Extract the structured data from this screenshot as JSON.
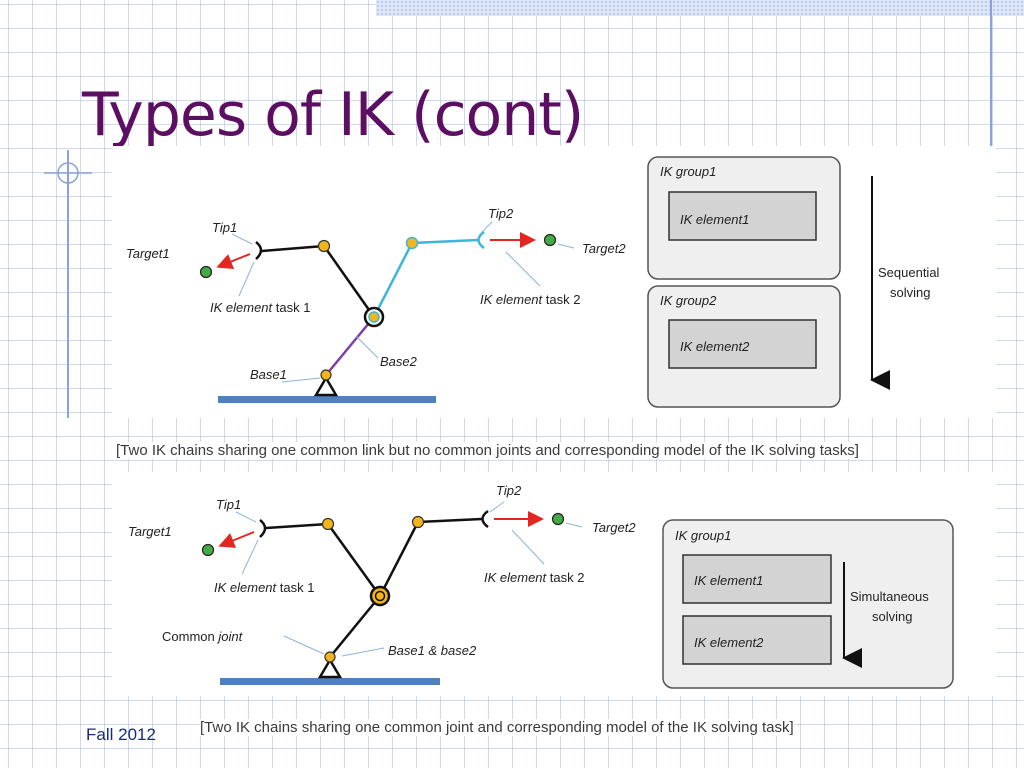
{
  "slide": {
    "title": "Types of IK (cont)",
    "footer": "Fall 2012"
  },
  "figure1": {
    "labels": {
      "tip1": "Tip1",
      "target1": "Target1",
      "task1_italic": "IK element",
      "task1_rest": " task 1",
      "tip2": "Tip2",
      "target2": "Target2",
      "task2_italic": "IK element",
      "task2_rest": " task 2",
      "base1": "Base1",
      "base2": "Base2"
    },
    "model": {
      "group1": "IK group1",
      "element1": "IK element1",
      "group2": "IK group2",
      "element2": "IK element2",
      "arrow_line1": "Sequential",
      "arrow_line2": "solving"
    },
    "caption": "[Two IK chains sharing one common link but no common joints and corresponding model of the IK solving tasks]"
  },
  "figure2": {
    "labels": {
      "tip1": "Tip1",
      "target1": "Target1",
      "task1_italic": "IK element",
      "task1_rest": " task 1",
      "tip2": "Tip2",
      "target2": "Target2",
      "task2_italic": "IK element",
      "task2_rest": " task 2",
      "common_joint_plain": "Common ",
      "common_joint_italic": "joint",
      "base": "Base1 & base2"
    },
    "model": {
      "group1": "IK group1",
      "element1": "IK element1",
      "element2": "IK element2",
      "arrow_line1": "Simultaneous",
      "arrow_line2": "solving"
    },
    "caption": "[Two IK chains sharing one common joint and corresponding model of the IK solving task]"
  },
  "colors": {
    "title": "#5c0e63",
    "link": "#111111",
    "link_cyan": "#3bb7da",
    "link_purple": "#7b3fa8",
    "joint": "#f2b61c",
    "target": "#44aa44",
    "task_arrow": "#e3261f",
    "floor": "#4f81bd"
  }
}
